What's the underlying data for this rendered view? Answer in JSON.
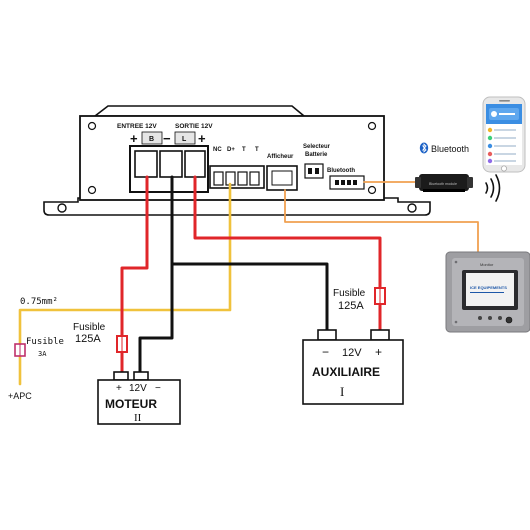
{
  "colors": {
    "red": "#e0262a",
    "black": "#111111",
    "yellow": "#f0c23c",
    "orange": "#f0a050",
    "box": "#d9d9d9",
    "monitor_bg": "#9e9ea2",
    "phone_blue": "#3b8ee3"
  },
  "device": {
    "entree_label": "ENTREE 12V",
    "sortie_label": "SORTIE 12V",
    "entree_sub": "B",
    "sortie_sub": "L",
    "plus": "+",
    "minus": "−",
    "nc": "NC",
    "dplus": "D+",
    "t1": "T",
    "t2": "T",
    "afficheur": "Afficheur",
    "selecteur_line1": "Selecteur",
    "selecteur_line2": "Batterie",
    "bluetooth_port": "Bluetooth"
  },
  "bluetooth": {
    "label": "Bluetooth",
    "module_caption": "Bluetooth module",
    "icon": "bluetooth-icon",
    "waves_icon": "wireless-waves-icon"
  },
  "monitor": {
    "title": "Monitor",
    "brand": "ICE EQUIPEMENTS"
  },
  "wiring": {
    "section_label": "0.75mm²",
    "fuse3_label1": "Fusible",
    "fuse3_label2": "3A",
    "apc_label": "+APC",
    "fuse125_left1": "Fusible",
    "fuse125_left2": "125A",
    "fuse125_right1": "Fusible",
    "fuse125_right2": "125A"
  },
  "battery_motor": {
    "plus": "+",
    "voltage": "12V",
    "minus": "−",
    "name": "MOTEUR",
    "roman": "II"
  },
  "battery_aux": {
    "minus": "−",
    "voltage": "12V",
    "plus": "+",
    "name": "AUXILIAIRE",
    "roman": "I"
  }
}
